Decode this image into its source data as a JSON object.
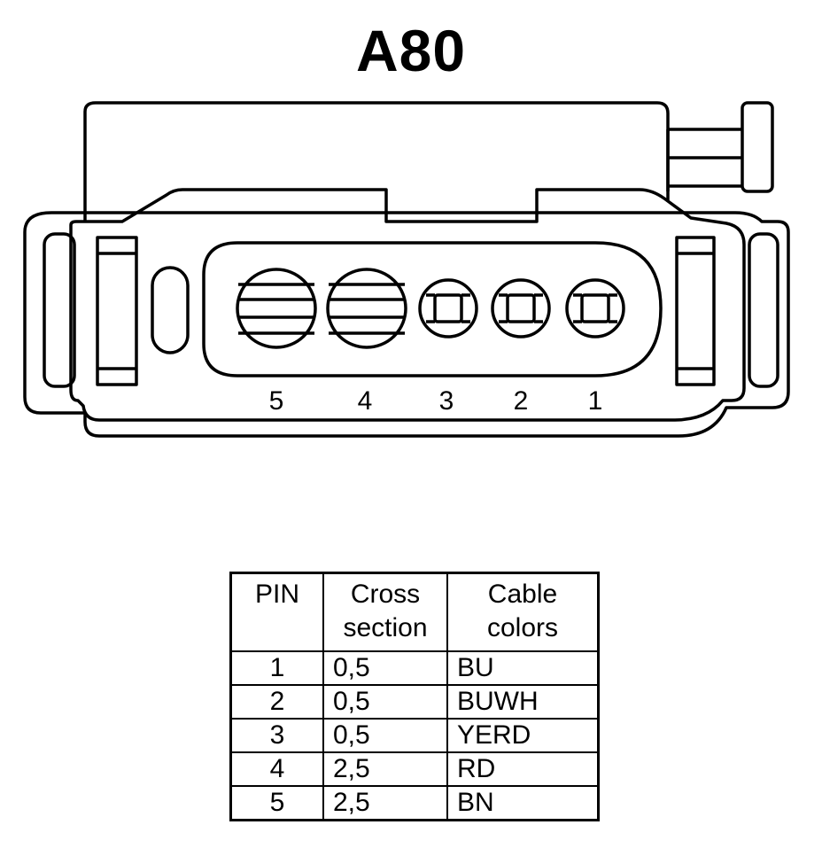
{
  "title": "A80",
  "connector": {
    "pin_labels": [
      "5",
      "4",
      "3",
      "2",
      "1"
    ]
  },
  "table": {
    "headers": {
      "pin": "PIN",
      "cross_line1": "Cross",
      "cross_line2": "section",
      "color_line1": "Cable",
      "color_line2": "colors"
    },
    "rows": [
      {
        "pin": "1",
        "cross": "0,5",
        "color": "BU"
      },
      {
        "pin": "2",
        "cross": "0,5",
        "color": "BUWH"
      },
      {
        "pin": "3",
        "cross": "0,5",
        "color": "YERD"
      },
      {
        "pin": "4",
        "cross": "2,5",
        "color": "RD"
      },
      {
        "pin": "5",
        "cross": "2,5",
        "color": "BN"
      }
    ]
  }
}
